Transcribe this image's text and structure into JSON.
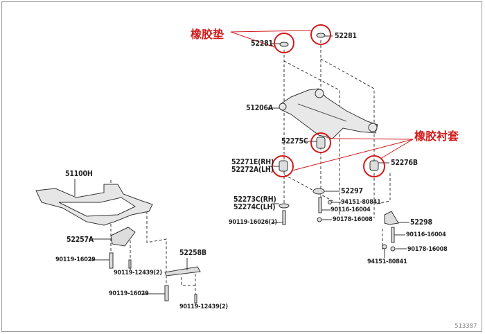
{
  "annotations": {
    "rubber_pad": "橡胶垫",
    "rubber_bushing": "橡胶衬套",
    "highlight_color": "#d11a1a"
  },
  "parts": {
    "p52281_left": "52281",
    "p52281_right": "52281",
    "p51206A": "51206A",
    "p52275C": "52275C",
    "p52271E": "52271E(RH)",
    "p52272A": "52272A(LH)",
    "p52276B": "52276B",
    "p52297": "52297",
    "p94151_a": "94151-80841",
    "p90116_a": "90116-16004",
    "p90178_a": "90178-16008",
    "p52273C": "52273C(RH)",
    "p52274C": "52274C(LH)",
    "p90119_16026": "90119-16026(2)",
    "p52298": "52298",
    "p90116_b": "90116-16004",
    "p90178_b": "90178-16008",
    "p94151_b": "94151-80841",
    "p51100H": "51100H",
    "p52257A": "52257A",
    "p90119_16029_a": "90119-16029",
    "p90119_12439_a": "90119-12439(2)",
    "p52258B": "52258B",
    "p90119_16029_b": "90119-16029",
    "p90119_12439_b": "90119-12439(2)"
  },
  "diagram_code": "513387"
}
